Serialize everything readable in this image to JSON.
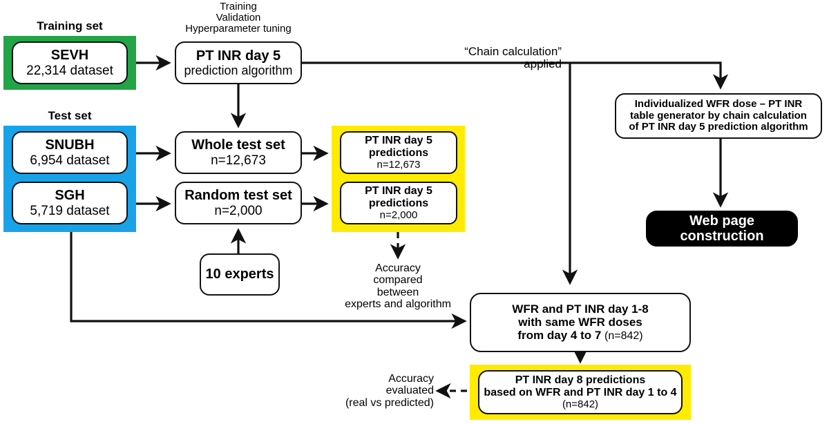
{
  "diagram": {
    "title": "PT INR day 5 prediction algorithm study flow",
    "colors": {
      "training_frame": "#22a447",
      "test_frame": "#18a3e8",
      "prediction_frame": "#ffeb00",
      "webpage_box": "#000000",
      "line": "#111111"
    },
    "group_labels": {
      "training": "Training set",
      "test": "Test set"
    },
    "nodes": {
      "sevh": {
        "line1": "SEVH",
        "line2": "22,314 dataset"
      },
      "snubh": {
        "line1": "SNUBH",
        "line2": "6,954 dataset"
      },
      "sgh": {
        "line1": "SGH",
        "line2": "5,719 dataset"
      },
      "algorithm": {
        "line1": "PT INR day 5",
        "line2": "prediction algorithm"
      },
      "whole_test_set": {
        "line1": "Whole test set",
        "line2": "n=12,673"
      },
      "random_test_set": {
        "line1": "Random test set",
        "line2": "n=2,000"
      },
      "experts": {
        "line1": "10 experts"
      },
      "pred_whole": {
        "line1": "PT INR day 5",
        "line2": "predictions",
        "line3": "n=12,673"
      },
      "pred_random": {
        "line1": "PT INR day 5",
        "line2": "predictions",
        "line3": "n=2,000"
      },
      "table_generator": {
        "line1": "Individualized WFR dose – PT INR",
        "line2": "table generator by chain calculation",
        "line3": "of PT INR day 5 prediction algorithm"
      },
      "web_page": {
        "line1": "Web page",
        "line2": "construction"
      },
      "wfr_cohort": {
        "line1": "WFR and PT INR day 1-8",
        "line2": "with same WFR doses",
        "line3a": "from day 4 to 7 ",
        "line3b": "(n=842)"
      },
      "day8_predictions": {
        "line1": "PT INR day 8 predictions",
        "line2": "based on WFR and PT INR day 1 to 4",
        "line3": "(n=842)"
      }
    },
    "annotations": {
      "training_stack": "Training\nValidation\nHyperparameter tuning",
      "chain_calculation": "“Chain calculation”\napplied",
      "accuracy_compared": "Accuracy\ncompared\nbetween\nexperts and algorithm",
      "accuracy_evaluated": "Accuracy\nevaluated\n(real vs predicted)"
    }
  }
}
